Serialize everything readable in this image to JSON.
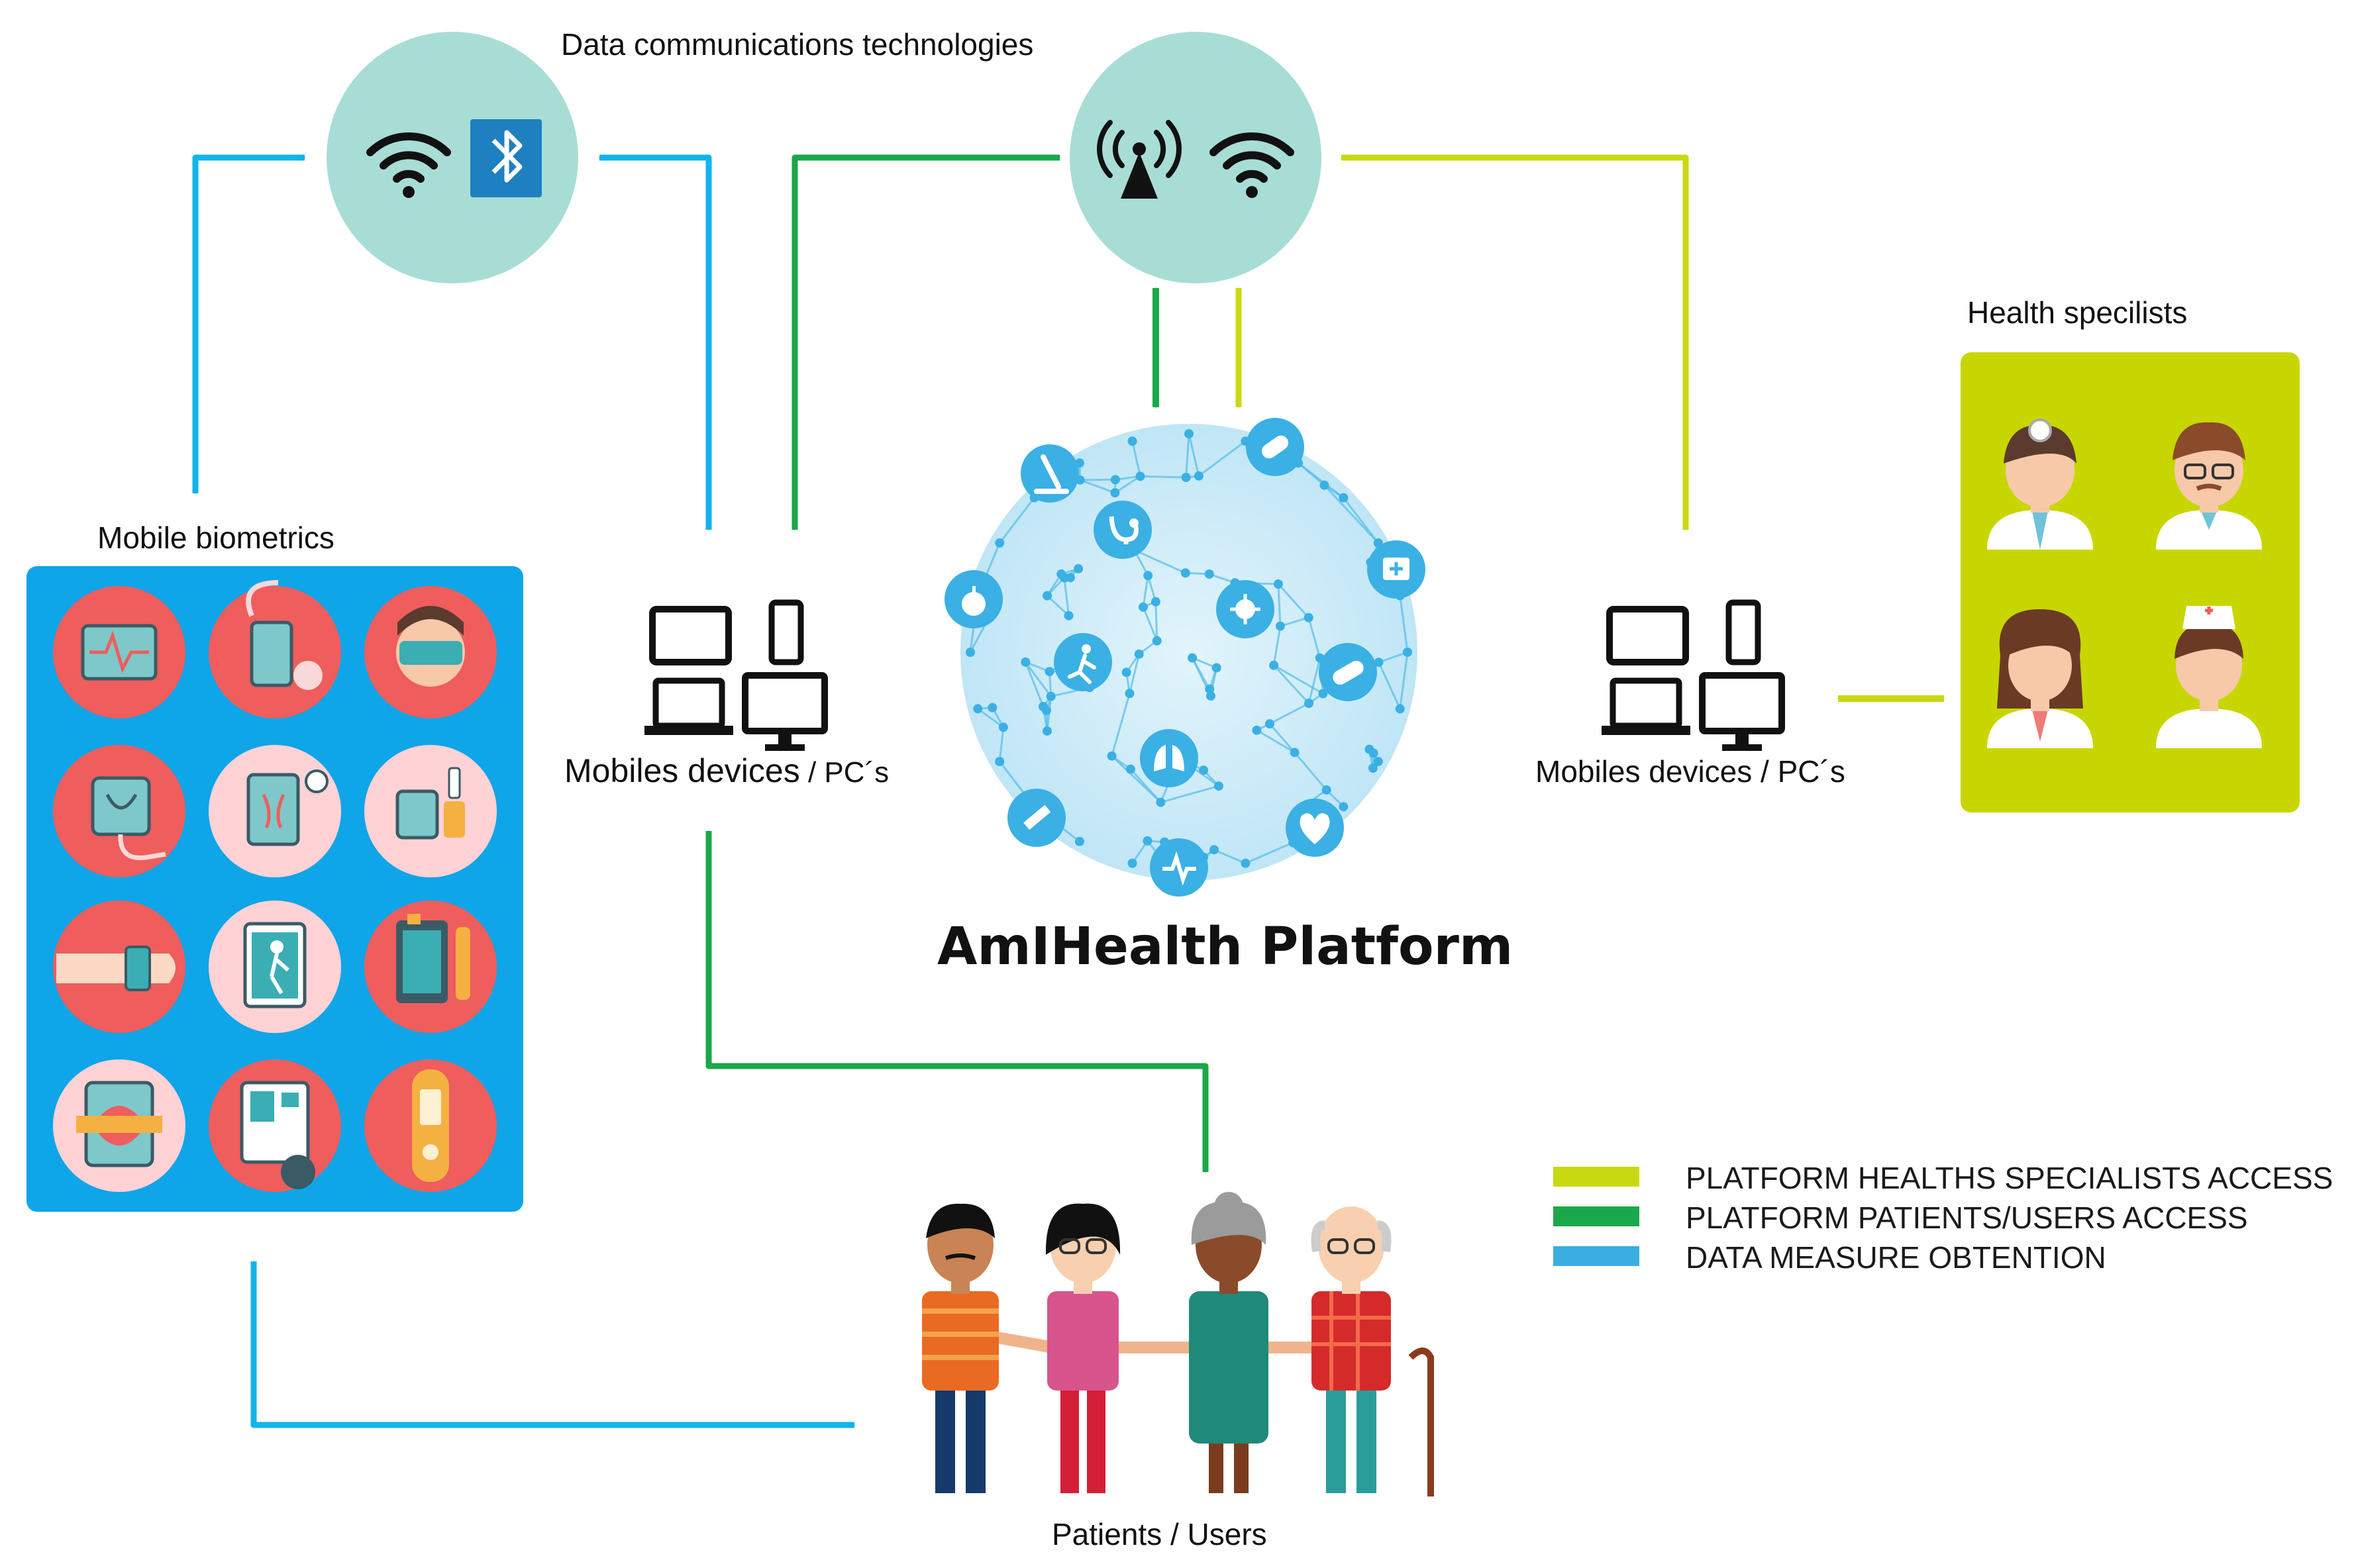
{
  "labels": {
    "data_comm": "Data communications technologies",
    "mobile_biometrics": "Mobile biometrics",
    "health_specialists": "Health specilists",
    "platform": "AmIHealth Platform",
    "devices_left_main": "Mobiles devices",
    "devices_left_suffix": " / PC´s",
    "devices_right": "Mobiles devices / PC´s",
    "patients": "Patients / Users"
  },
  "legend": [
    {
      "label": "PLATFORM HEALTHS SPECIALISTS ACCESS",
      "color": "#c9d911"
    },
    {
      "label": "PLATFORM PATIENTS/USERS ACCESS",
      "color": "#1aa84a"
    },
    {
      "label": "DATA MEASURE OBTENTION",
      "color": "#3aaee3"
    }
  ],
  "colors": {
    "blue_arrow": "#11b4ea",
    "green_arrow": "#1aa84a",
    "lime_arrow": "#c9d911",
    "hub_circle": "#a8ddd6",
    "biometrics_panel": "#0ea5e9",
    "specialists_panel": "#c8d600",
    "network": "#5bc0e8"
  },
  "icons": {
    "left_hub": [
      "wifi-icon",
      "bluetooth-icon"
    ],
    "right_hub": [
      "cell-tower-icon",
      "wifi-icon"
    ],
    "platform_nodes": [
      "microscope-icon",
      "stethoscope-icon",
      "pills-icon",
      "apple-icon",
      "runner-icon",
      "virus-icon",
      "bandage-icon",
      "lungs-icon",
      "syringe-icon",
      "heartbeat-icon",
      "ecg-icon",
      "medical-kit-icon"
    ]
  }
}
